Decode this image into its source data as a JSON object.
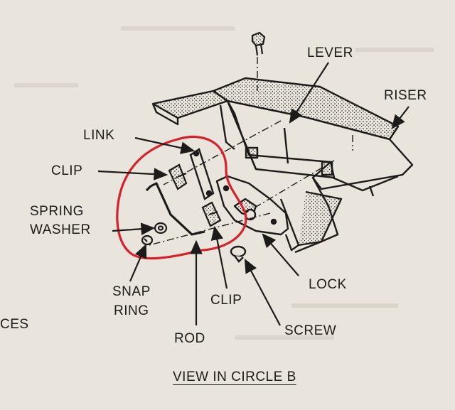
{
  "labels": {
    "lever": "LEVER",
    "riser": "RISER",
    "link": "LINK",
    "clip_upper": "CLIP",
    "spring": "SPRING",
    "washer": "WASHER",
    "snap": "SNAP",
    "ring": "RING",
    "clip_lower": "CLIP",
    "rod": "ROD",
    "lock": "LOCK",
    "screw": "SCREW",
    "ces": "CES"
  },
  "caption": "VIEW IN CIRCLE B",
  "colors": {
    "ink": "#1d1b1a",
    "paper": "#e9e4dc",
    "highlight": "#d8202a"
  }
}
